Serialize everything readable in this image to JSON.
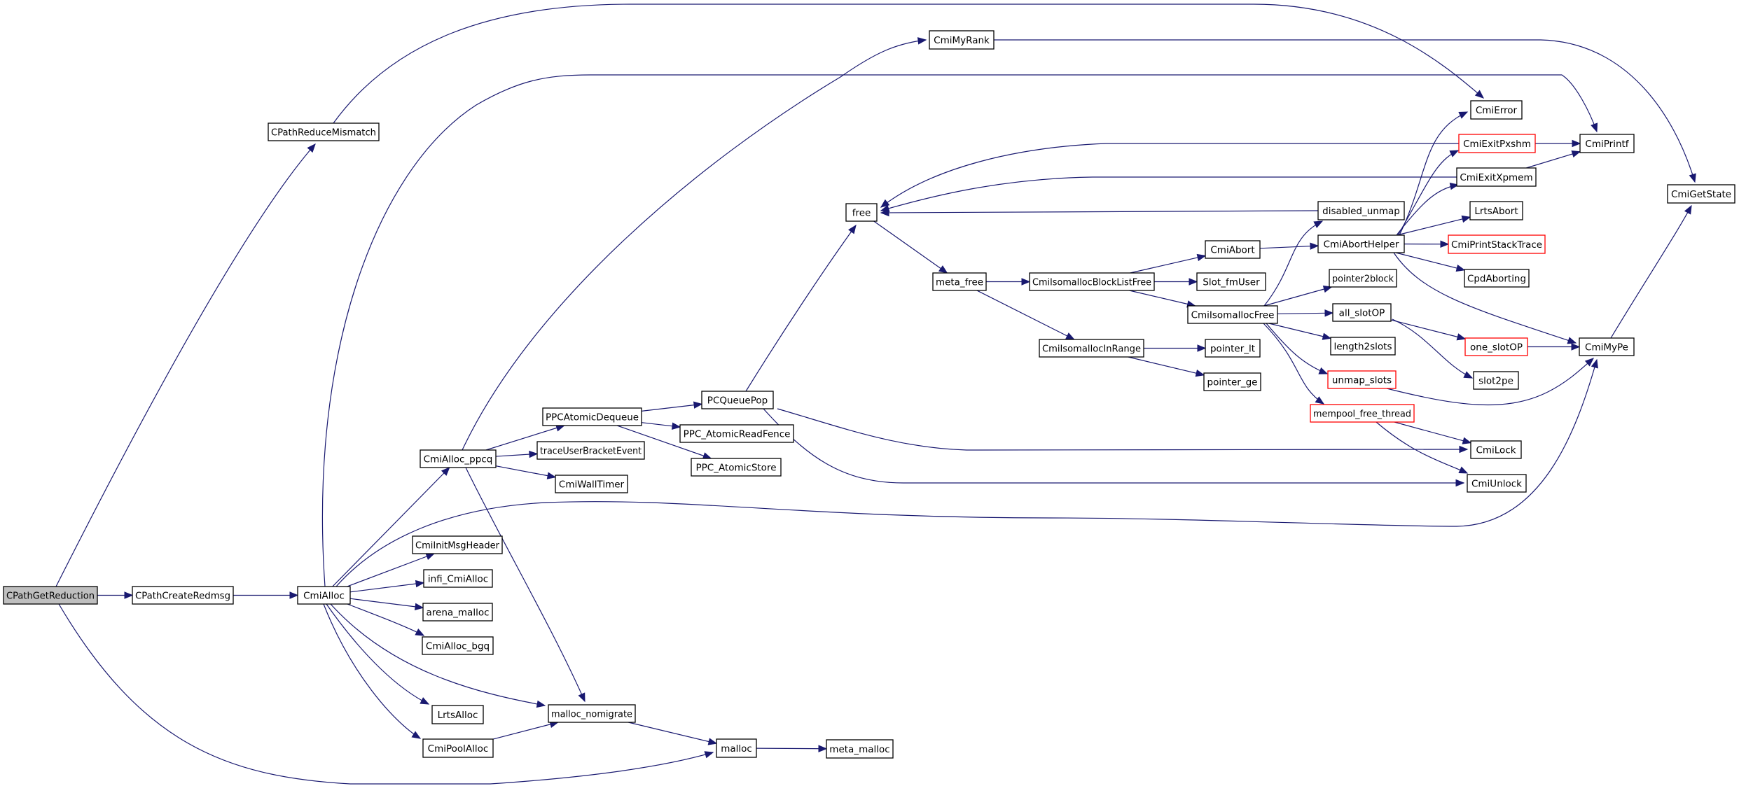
{
  "graph": {
    "type": "call-graph",
    "edge_color": "#191970",
    "highlight_border_color": "#ff0000",
    "root_fill_color": "#bfbfbf",
    "nodes": [
      {
        "id": "CPathGetReduction",
        "label": "CPathGetReduction",
        "style": "root"
      },
      {
        "id": "CPathReduceMismatch",
        "label": "CPathReduceMismatch",
        "style": "normal"
      },
      {
        "id": "CPathCreateRedmsg",
        "label": "CPathCreateRedmsg",
        "style": "normal"
      },
      {
        "id": "CmiAlloc",
        "label": "CmiAlloc",
        "style": "normal"
      },
      {
        "id": "CmiAlloc_ppcq",
        "label": "CmiAlloc_ppcq",
        "style": "normal"
      },
      {
        "id": "CmiInitMsgHeader",
        "label": "CmiInitMsgHeader",
        "style": "normal"
      },
      {
        "id": "infi_CmiAlloc",
        "label": "infi_CmiAlloc",
        "style": "normal"
      },
      {
        "id": "arena_malloc",
        "label": "arena_malloc",
        "style": "normal"
      },
      {
        "id": "CmiAlloc_bgq",
        "label": "CmiAlloc_bgq",
        "style": "normal"
      },
      {
        "id": "LrtsAlloc",
        "label": "LrtsAlloc",
        "style": "normal"
      },
      {
        "id": "CmiPoolAlloc",
        "label": "CmiPoolAlloc",
        "style": "normal"
      },
      {
        "id": "malloc_nomigrate",
        "label": "malloc_nomigrate",
        "style": "normal"
      },
      {
        "id": "malloc",
        "label": "malloc",
        "style": "normal"
      },
      {
        "id": "meta_malloc",
        "label": "meta_malloc",
        "style": "normal"
      },
      {
        "id": "PPCAtomicDequeue",
        "label": "PPCAtomicDequeue",
        "style": "normal"
      },
      {
        "id": "traceUserBracketEvent",
        "label": "traceUserBracketEvent",
        "style": "normal"
      },
      {
        "id": "CmiWallTimer",
        "label": "CmiWallTimer",
        "style": "normal"
      },
      {
        "id": "PCQueuePop",
        "label": "PCQueuePop",
        "style": "normal"
      },
      {
        "id": "PPC_AtomicReadFence",
        "label": "PPC_AtomicReadFence",
        "style": "normal"
      },
      {
        "id": "PPC_AtomicStore",
        "label": "PPC_AtomicStore",
        "style": "normal"
      },
      {
        "id": "CmiMyRank",
        "label": "CmiMyRank",
        "style": "normal"
      },
      {
        "id": "free",
        "label": "free",
        "style": "normal"
      },
      {
        "id": "meta_free",
        "label": "meta_free",
        "style": "normal"
      },
      {
        "id": "CmiIsomallocBlockListFree",
        "label": "CmiIsomallocBlockListFree",
        "style": "normal"
      },
      {
        "id": "CmiIsomallocInRange",
        "label": "CmiIsomallocInRange",
        "style": "normal"
      },
      {
        "id": "CmiAbort",
        "label": "CmiAbort",
        "style": "normal"
      },
      {
        "id": "Slot_fmUser",
        "label": "Slot_fmUser",
        "style": "normal"
      },
      {
        "id": "CmiIsomallocFree",
        "label": "CmiIsomallocFree",
        "style": "normal"
      },
      {
        "id": "pointer_lt",
        "label": "pointer_lt",
        "style": "normal"
      },
      {
        "id": "pointer_ge",
        "label": "pointer_ge",
        "style": "normal"
      },
      {
        "id": "disabled_unmap",
        "label": "disabled_unmap",
        "style": "normal"
      },
      {
        "id": "CmiAbortHelper",
        "label": "CmiAbortHelper",
        "style": "normal"
      },
      {
        "id": "pointer2block",
        "label": "pointer2block",
        "style": "normal"
      },
      {
        "id": "all_slotOP",
        "label": "all_slotOP",
        "style": "normal"
      },
      {
        "id": "length2slots",
        "label": "length2slots",
        "style": "normal"
      },
      {
        "id": "unmap_slots",
        "label": "unmap_slots",
        "style": "red"
      },
      {
        "id": "mempool_free_thread",
        "label": "mempool_free_thread",
        "style": "red"
      },
      {
        "id": "CmiError",
        "label": "CmiError",
        "style": "normal"
      },
      {
        "id": "CmiExitPxshm",
        "label": "CmiExitPxshm",
        "style": "red"
      },
      {
        "id": "CmiExitXpmem",
        "label": "CmiExitXpmem",
        "style": "normal"
      },
      {
        "id": "LrtsAbort",
        "label": "LrtsAbort",
        "style": "normal"
      },
      {
        "id": "CmiPrintStackTrace",
        "label": "CmiPrintStackTrace",
        "style": "red"
      },
      {
        "id": "CpdAborting",
        "label": "CpdAborting",
        "style": "normal"
      },
      {
        "id": "one_slotOP",
        "label": "one_slotOP",
        "style": "red"
      },
      {
        "id": "slot2pe",
        "label": "slot2pe",
        "style": "normal"
      },
      {
        "id": "CmiLock",
        "label": "CmiLock",
        "style": "normal"
      },
      {
        "id": "CmiUnlock",
        "label": "CmiUnlock",
        "style": "normal"
      },
      {
        "id": "CmiPrintf",
        "label": "CmiPrintf",
        "style": "normal"
      },
      {
        "id": "CmiMyPe",
        "label": "CmiMyPe",
        "style": "normal"
      },
      {
        "id": "CmiGetState",
        "label": "CmiGetState",
        "style": "normal"
      }
    ],
    "edges": [
      [
        "CPathGetReduction",
        "CPathReduceMismatch"
      ],
      [
        "CPathGetReduction",
        "CPathCreateRedmsg"
      ],
      [
        "CPathGetReduction",
        "malloc"
      ],
      [
        "CPathReduceMismatch",
        "CmiError"
      ],
      [
        "CPathCreateRedmsg",
        "CmiAlloc"
      ],
      [
        "CmiAlloc",
        "CmiPrintf"
      ],
      [
        "CmiAlloc",
        "CmiAlloc_ppcq"
      ],
      [
        "CmiAlloc",
        "CmiMyPe"
      ],
      [
        "CmiAlloc",
        "CmiInitMsgHeader"
      ],
      [
        "CmiAlloc",
        "infi_CmiAlloc"
      ],
      [
        "CmiAlloc",
        "arena_malloc"
      ],
      [
        "CmiAlloc",
        "CmiAlloc_bgq"
      ],
      [
        "CmiAlloc",
        "malloc_nomigrate"
      ],
      [
        "CmiAlloc",
        "LrtsAlloc"
      ],
      [
        "CmiAlloc",
        "CmiPoolAlloc"
      ],
      [
        "CmiAlloc_ppcq",
        "CmiMyRank"
      ],
      [
        "CmiAlloc_ppcq",
        "PPCAtomicDequeue"
      ],
      [
        "CmiAlloc_ppcq",
        "traceUserBracketEvent"
      ],
      [
        "CmiAlloc_ppcq",
        "CmiWallTimer"
      ],
      [
        "CmiAlloc_ppcq",
        "malloc_nomigrate"
      ],
      [
        "CmiPoolAlloc",
        "malloc_nomigrate"
      ],
      [
        "malloc_nomigrate",
        "malloc"
      ],
      [
        "malloc",
        "meta_malloc"
      ],
      [
        "PPCAtomicDequeue",
        "PCQueuePop"
      ],
      [
        "PPCAtomicDequeue",
        "PPC_AtomicReadFence"
      ],
      [
        "PPCAtomicDequeue",
        "PPC_AtomicStore"
      ],
      [
        "PCQueuePop",
        "free"
      ],
      [
        "PCQueuePop",
        "CmiLock"
      ],
      [
        "PCQueuePop",
        "CmiUnlock"
      ],
      [
        "CmiMyRank",
        "CmiGetState"
      ],
      [
        "free",
        "meta_free"
      ],
      [
        "CmiExitPxshm",
        "free"
      ],
      [
        "CmiExitXpmem",
        "free"
      ],
      [
        "disabled_unmap",
        "free"
      ],
      [
        "meta_free",
        "CmiIsomallocBlockListFree"
      ],
      [
        "meta_free",
        "CmiIsomallocInRange"
      ],
      [
        "CmiIsomallocBlockListFree",
        "CmiAbort"
      ],
      [
        "CmiIsomallocBlockListFree",
        "Slot_fmUser"
      ],
      [
        "CmiIsomallocBlockListFree",
        "CmiIsomallocFree"
      ],
      [
        "CmiIsomallocInRange",
        "pointer_lt"
      ],
      [
        "CmiIsomallocInRange",
        "pointer_ge"
      ],
      [
        "CmiAbort",
        "CmiAbortHelper"
      ],
      [
        "CmiIsomallocFree",
        "disabled_unmap"
      ],
      [
        "CmiIsomallocFree",
        "pointer2block"
      ],
      [
        "CmiIsomallocFree",
        "all_slotOP"
      ],
      [
        "CmiIsomallocFree",
        "length2slots"
      ],
      [
        "CmiIsomallocFree",
        "unmap_slots"
      ],
      [
        "CmiIsomallocFree",
        "mempool_free_thread"
      ],
      [
        "CmiAbortHelper",
        "CmiError"
      ],
      [
        "CmiAbortHelper",
        "CmiExitPxshm"
      ],
      [
        "CmiAbortHelper",
        "CmiExitXpmem"
      ],
      [
        "CmiAbortHelper",
        "LrtsAbort"
      ],
      [
        "CmiAbortHelper",
        "CmiPrintStackTrace"
      ],
      [
        "CmiAbortHelper",
        "CpdAborting"
      ],
      [
        "CmiAbortHelper",
        "CmiMyPe"
      ],
      [
        "CmiExitPxshm",
        "CmiPrintf"
      ],
      [
        "CmiExitXpmem",
        "CmiPrintf"
      ],
      [
        "all_slotOP",
        "one_slotOP"
      ],
      [
        "all_slotOP",
        "slot2pe"
      ],
      [
        "one_slotOP",
        "CmiMyPe"
      ],
      [
        "unmap_slots",
        "CmiMyPe"
      ],
      [
        "mempool_free_thread",
        "CmiLock"
      ],
      [
        "mempool_free_thread",
        "CmiUnlock"
      ],
      [
        "CmiMyPe",
        "CmiGetState"
      ]
    ]
  }
}
